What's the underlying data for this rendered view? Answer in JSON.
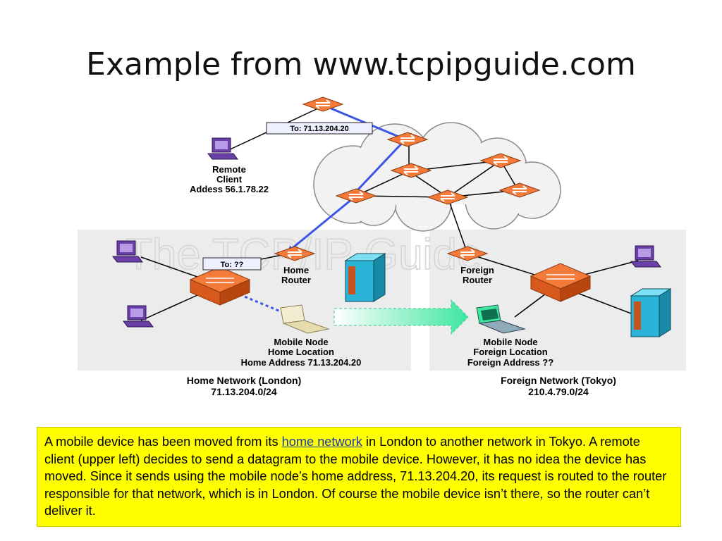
{
  "slide": {
    "title": "Example from www.tcpipguide.com"
  },
  "diagram": {
    "watermark": "The TCP/IP Guide",
    "remote_client": {
      "line1": "Remote",
      "line2": "Client",
      "line3": "Addess 56.1.78.22"
    },
    "packet_to_home": "To: 71.13.204.20",
    "packet_unknown": "To: ??",
    "home_router": {
      "line1": "Home",
      "line2": "Router"
    },
    "foreign_router": {
      "line1": "Foreign",
      "line2": "Router"
    },
    "mobile_home": {
      "line1": "Mobile Node",
      "line2": "Home Location",
      "line3": "Home Address 71.13.204.20"
    },
    "mobile_foreign": {
      "line1": "Mobile Node",
      "line2": "Foreign Location",
      "line3": "Foreign Address ??"
    },
    "home_network": {
      "line1": "Home Network (London)",
      "line2": "71.13.204.0/24"
    },
    "foreign_network": {
      "line1": "Foreign Network (Tokyo)",
      "line2": "210.4.79.0/24"
    },
    "colors": {
      "router_orange": "#f47a3a",
      "packet_path": "#3d55e6",
      "move_arrow": "#3ee6a0",
      "cloud": "#f2f2f2",
      "network_panel": "#ececec",
      "computer_purple": "#6a3fa8",
      "server_cyan": "#29b4d8"
    }
  },
  "caption": {
    "text_before": "A mobile device has been moved from its ",
    "link": "home network",
    "text_after": " in London to another network in Tokyo. A remote client (upper left) decides to send a datagram to the mobile device. However, it has no idea the device has moved. Since it sends using the mobile node’s home address, 71.13.204.20, its request is routed to the router responsible for that network, which is in London. Of course the mobile device isn’t there, so the router can’t deliver it."
  }
}
